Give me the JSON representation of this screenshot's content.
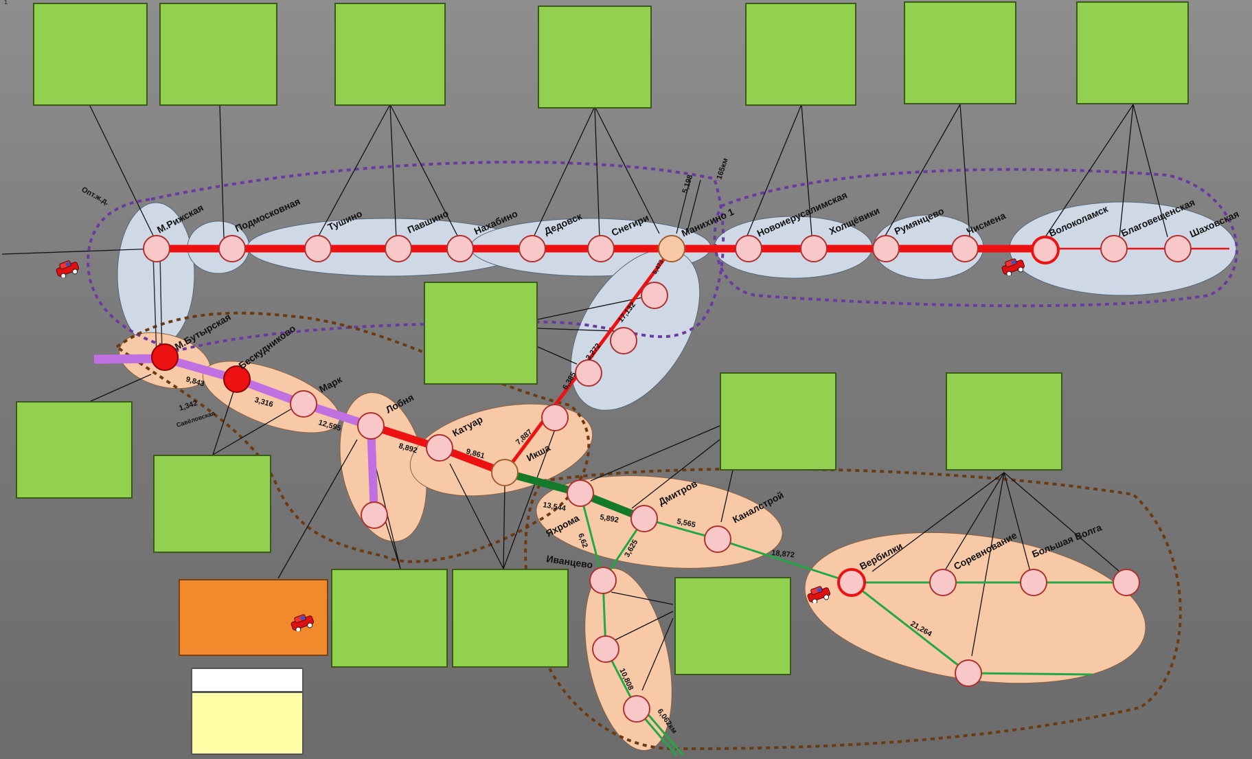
{
  "header": {
    "corner_text": "1"
  },
  "colors": {
    "main_line": "#ee1111",
    "purple_line": "#c070e0",
    "green_line": "#22a844",
    "dark_green_line": "#137a2a",
    "zone_blue": "#cfd9e6",
    "zone_peach": "#f7c9a6",
    "info_box": "#92d050",
    "orange_box": "#f08a2c",
    "station_fill": "#f8c8c8"
  },
  "stations": {
    "m_rizhskaya": "М.Рижская",
    "podmoskovnaya": "Подмосковная",
    "tushino": "Тушино",
    "pavshino": "Павшино",
    "nakhabino": "Нахабино",
    "dedovsk": "Дедовск",
    "snegiri": "Снегири",
    "manikhino": "Манихино 1",
    "novoierusalimskaya": "Новоиерусалимская",
    "kholshchevniki": "Холщёвики",
    "rumyantsevo": "Румянцево",
    "chismena": "Чисмена",
    "volokolamsk": "Волоколамск",
    "blagoveshchenskaya": "Благовещенская",
    "shakhovskaya": "Шаховская",
    "m_butyrskaya": "М.Бутырская",
    "beskudnikovo": "Бескудниково",
    "mark": "Марк",
    "lobnya": "Лобня",
    "katuar": "Катуар",
    "iksha": "Икша",
    "yakhroma": "Яхрома",
    "dmitrov": "Дмитров",
    "kanalstroy": "Каналстрой",
    "ivantsevo": "Иванцево",
    "verbilki": "Вербилки",
    "sorevnovanie": "Соревнование",
    "bolshaya_volga": "Большая Волга",
    "opt_label": "Опт.ж.д."
  },
  "distances": {
    "d_9843": "9,843",
    "d_3316": "3,316",
    "d_1342": "1,342",
    "d_savelovsky": "Савёловская",
    "d_12595": "12,595",
    "d_8892": "8,892",
    "d_9861": "9,861",
    "d_7887": "7,887",
    "d_13544": "13,544",
    "d_5892": "5,892",
    "d_5565": "5,565",
    "d_18872": "18,872",
    "d_662": "6,62",
    "d_3625": "3,625",
    "d_21264": "21,264",
    "d_10808": "10,808",
    "d_6062": "6,062км",
    "d_5198": "5,198",
    "d_165": "165км",
    "d_17132": "17,132",
    "d_3272": "3,272",
    "d_6385": "6,385",
    "d_5473": "5,473"
  }
}
